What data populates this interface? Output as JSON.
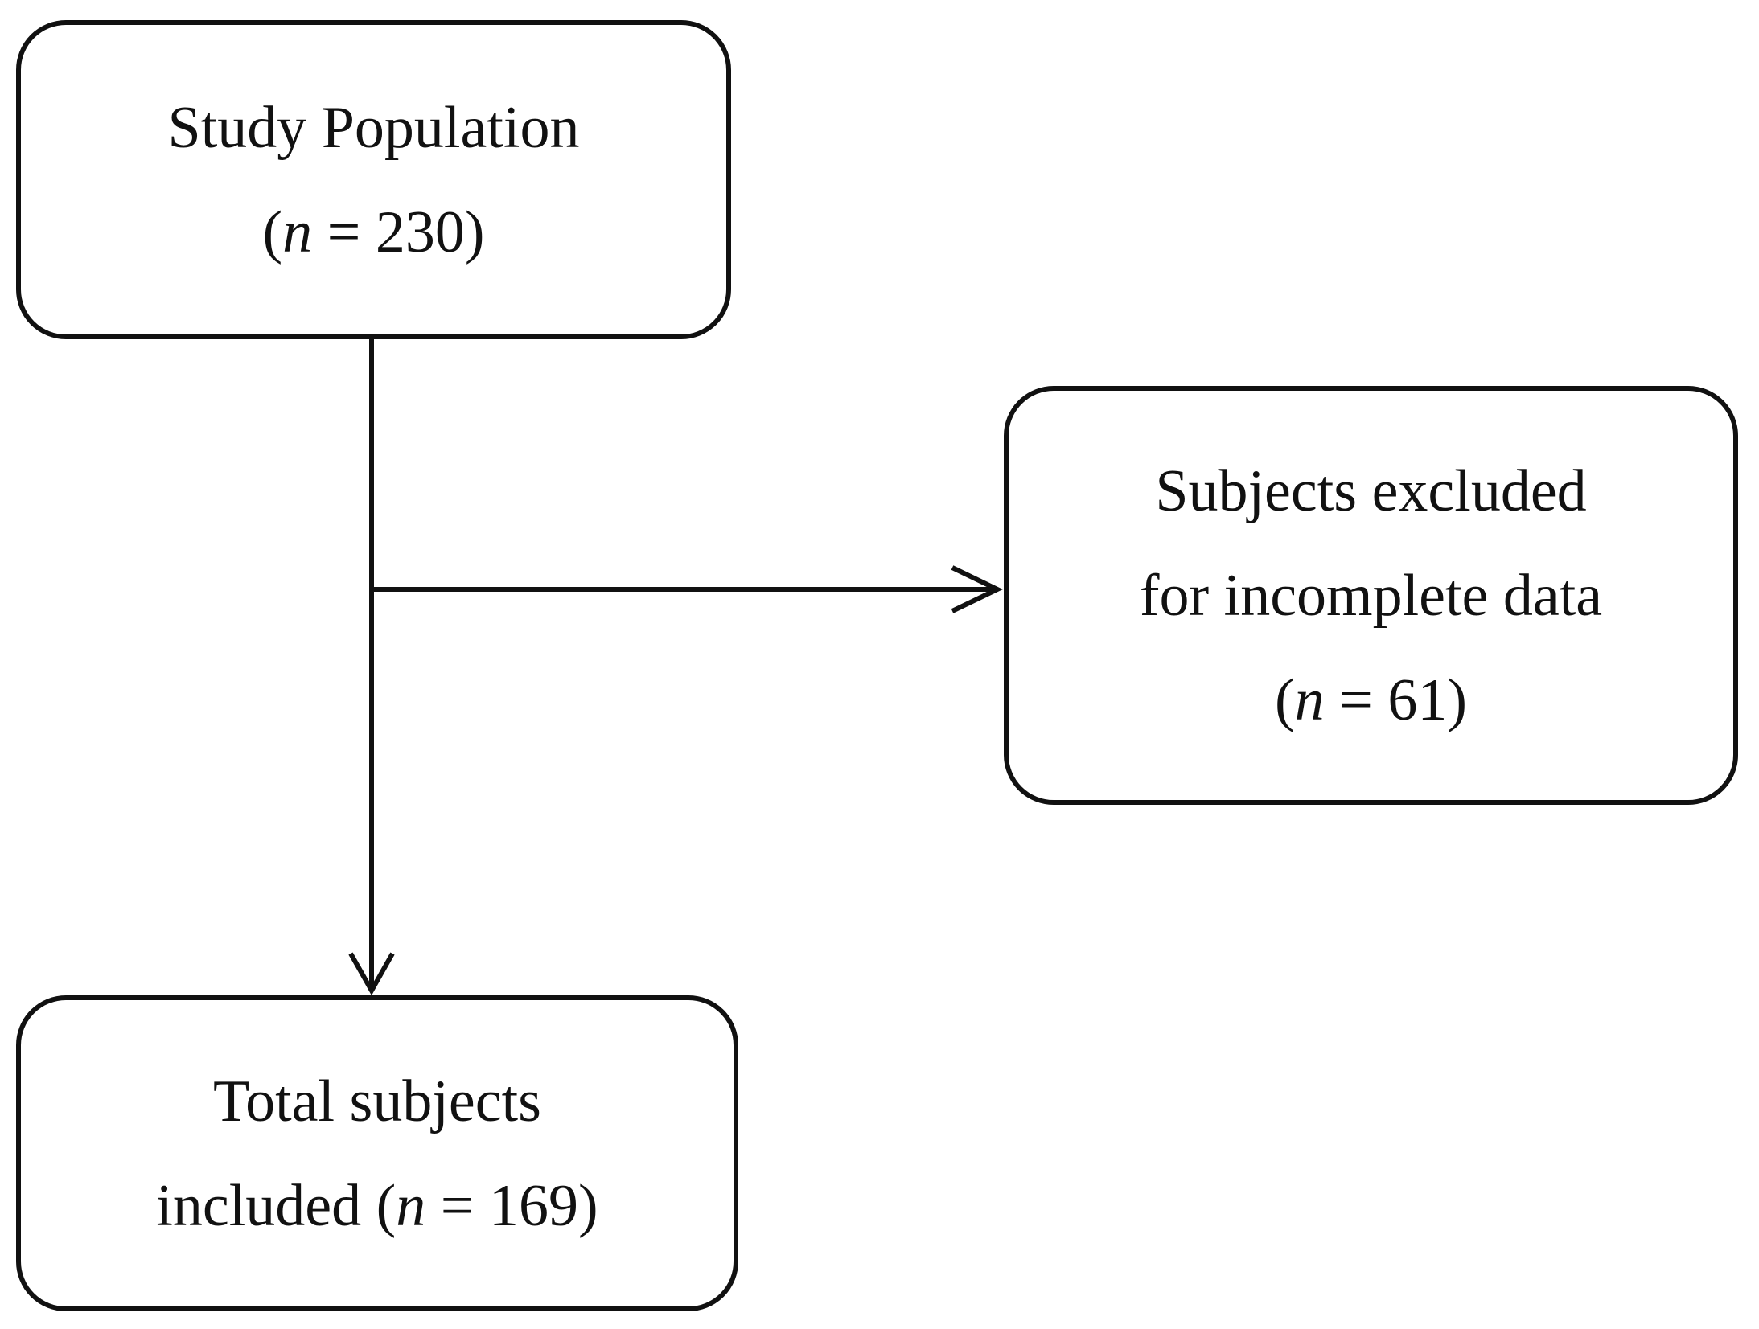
{
  "diagram": {
    "nodes": {
      "population": {
        "title": "Study Population",
        "n_open": "(",
        "n_symbol": "n",
        "n_value": " = 230)"
      },
      "excluded": {
        "line1": "Subjects excluded",
        "line2": "for incomplete data",
        "n_open": "(",
        "n_symbol": "n",
        "n_value": " = 61)"
      },
      "included": {
        "line1": "Total subjects",
        "line2_prefix": "included (",
        "n_symbol": "n",
        "n_value": " = 169)"
      }
    },
    "edges": [
      {
        "from": "population",
        "to": "included"
      },
      {
        "from": "population",
        "to": "excluded"
      }
    ],
    "colors": {
      "stroke": "#111111",
      "background": "#ffffff"
    }
  }
}
